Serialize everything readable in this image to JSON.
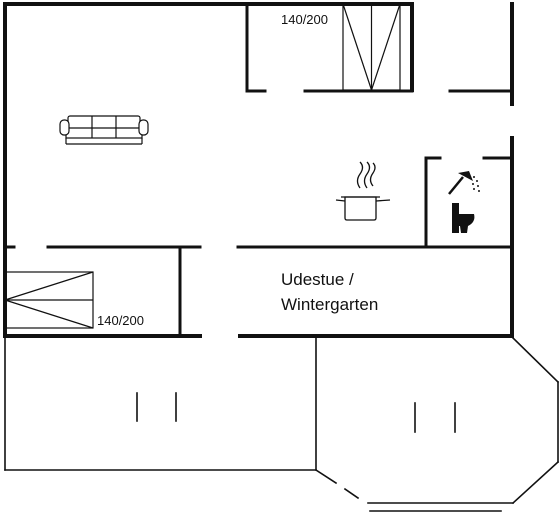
{
  "floorplan": {
    "bed_size_top": "140/200",
    "bed_size_left": "140/200",
    "room_label_line1": "Udestue /",
    "room_label_line2": "Wintergarten",
    "icons": [
      "sofa-icon",
      "bed-icon",
      "cooking-pot-icon",
      "shower-icon",
      "toilet-icon"
    ]
  },
  "colors": {
    "wall": "#111111",
    "background": "#ffffff"
  }
}
